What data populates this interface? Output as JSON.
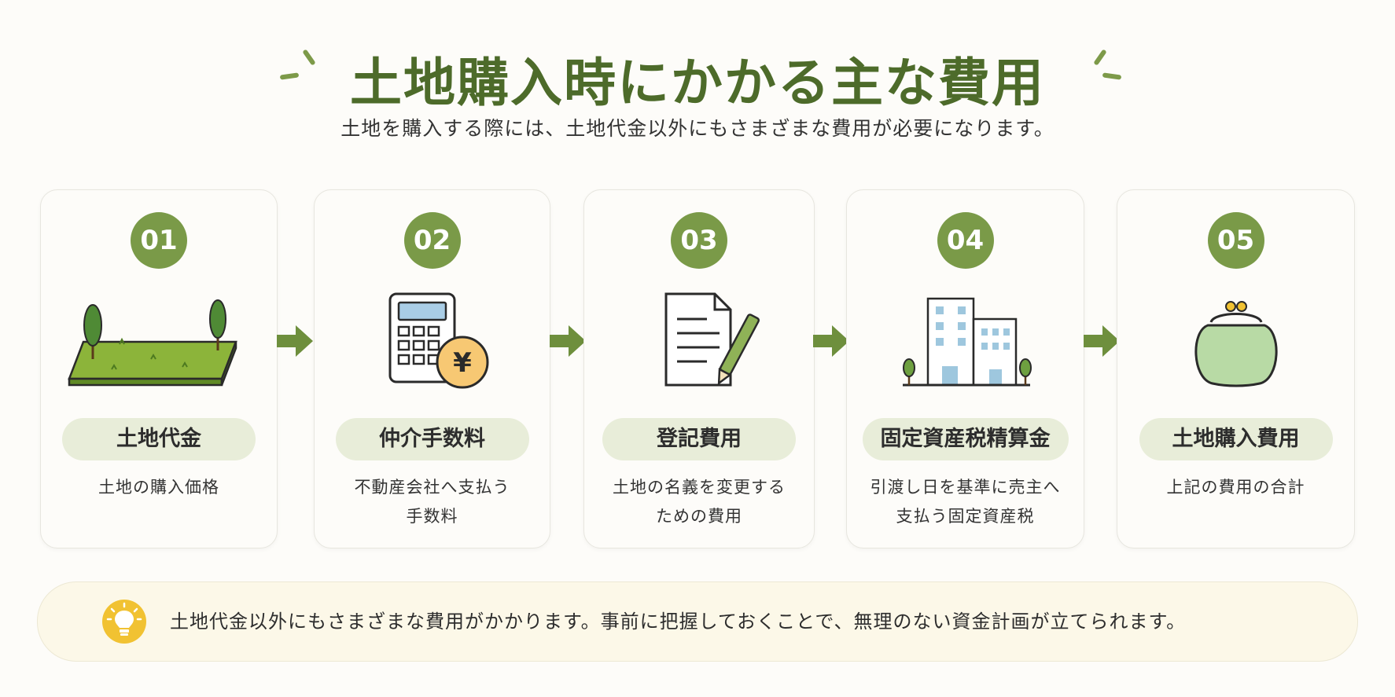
{
  "header": {
    "title": "土地購入時にかかる主な費用",
    "subtitle": "土地を購入する際には、土地代金以外にもさまざまな費用が必要になります。"
  },
  "colors": {
    "accent": "#4d6b2a",
    "badge": "#7a9a48",
    "pill": "#e8edd9",
    "note_bg": "#fcf8e8",
    "bulb": "#f1c232"
  },
  "steps": [
    {
      "number": "01",
      "label": "土地代金",
      "desc": "土地の購入価格",
      "icon": "land-icon"
    },
    {
      "number": "02",
      "label": "仲介手数料",
      "desc": "不動産会社へ支払う\n手数料",
      "icon": "calculator-yen-icon"
    },
    {
      "number": "03",
      "label": "登記費用",
      "desc": "土地の名義を変更する\nための費用",
      "icon": "document-pen-icon"
    },
    {
      "number": "04",
      "label": "固定資産税精算金",
      "desc": "引渡し日を基準に売主へ\n支払う固定資産税",
      "icon": "building-icon"
    },
    {
      "number": "05",
      "label": "土地購入費用",
      "desc": "上記の費用の合計",
      "icon": "purse-icon"
    }
  ],
  "note": {
    "icon": "lightbulb-icon",
    "text": "土地代金以外にもさまざまな費用がかかります。事前に把握しておくことで、無理のない資金計画が立てられます。"
  }
}
